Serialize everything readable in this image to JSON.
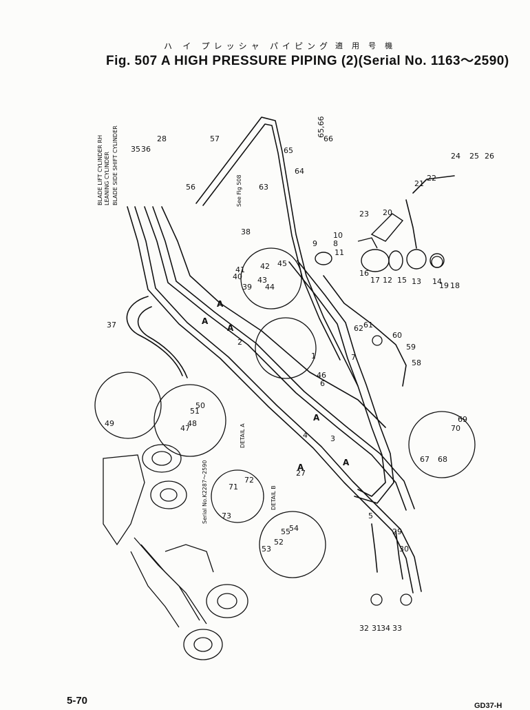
{
  "header": {
    "kana_title": "ハ イ プレッシャ パイピング",
    "kana_serial": "適 用 号 機",
    "title": "Fig. 507 A HIGH PRESSURE PIPING (2)(Serial No. 1163～2590)"
  },
  "footer": {
    "page_number": "5-70",
    "code": "GD37-H"
  },
  "callouts": {
    "cyl_lift": "BLADE LIFT CYLINDER RH",
    "cyl_lean": "LEANING CYLINDER",
    "cyl_shift": "BLADE SIDE SHIFT CYLINDER",
    "see_fig": "See Fig 508",
    "detail_a": "DETAIL A",
    "detail_b": "DETAIL B",
    "serial_note": "Serial No.K2287～2590",
    "ref_6566": "65,66"
  },
  "part_numbers": [
    "1",
    "2",
    "3",
    "4",
    "5",
    "6",
    "7",
    "8",
    "9",
    "10",
    "11",
    "12",
    "13",
    "14",
    "15",
    "16",
    "17",
    "18",
    "19",
    "20",
    "21",
    "22",
    "23",
    "24",
    "25",
    "26",
    "27",
    "28",
    "29",
    "30",
    "31",
    "32",
    "33",
    "34",
    "35",
    "36",
    "37",
    "38",
    "39",
    "40",
    "41",
    "42",
    "43",
    "44",
    "45",
    "46",
    "47",
    "48",
    "49",
    "50",
    "51",
    "52",
    "53",
    "54",
    "55",
    "56",
    "57",
    "58",
    "59",
    "60",
    "61",
    "62",
    "63",
    "64",
    "65",
    "66",
    "67",
    "68",
    "69",
    "70",
    "71",
    "72",
    "73"
  ],
  "icons": {
    "machine": "motor-grader-illustration",
    "fittings": "pipe-fitting-icons"
  }
}
